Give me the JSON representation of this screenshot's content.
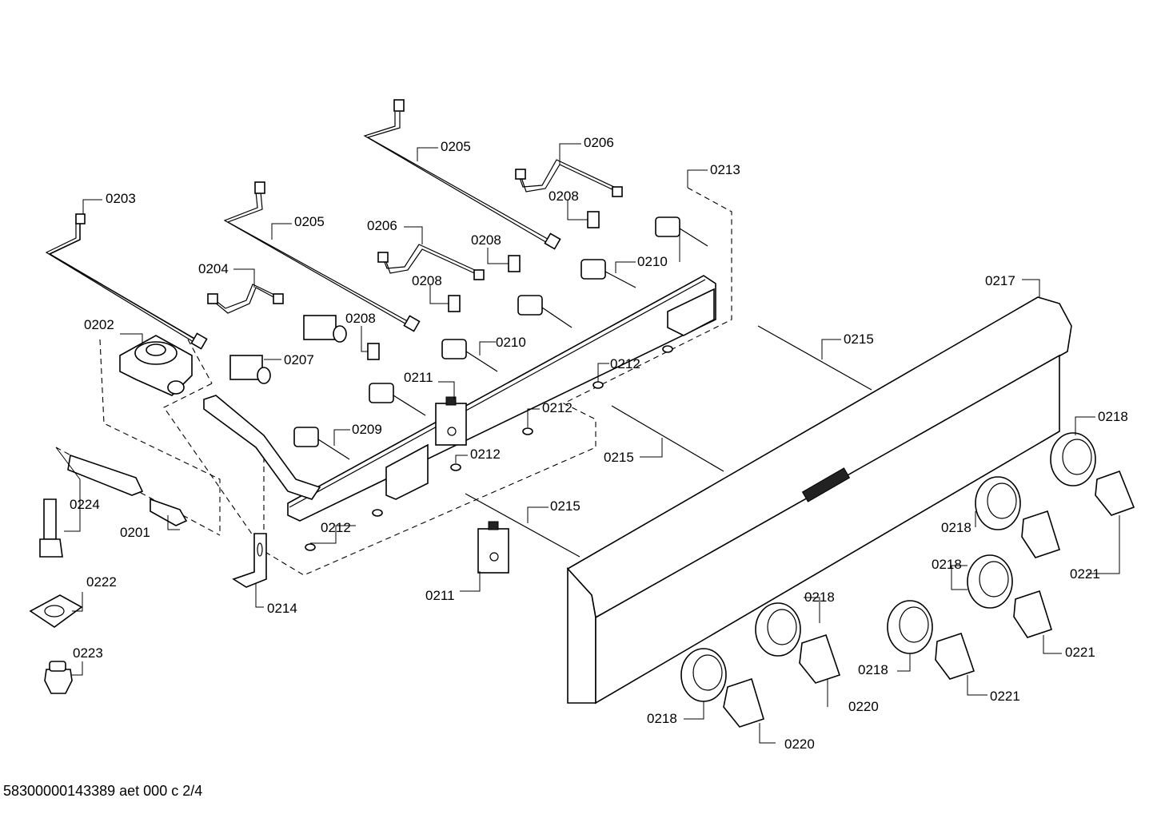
{
  "document_id": "58300000143389 aet 000 c 2/4",
  "callouts": [
    {
      "id": "c0201",
      "text": "0201"
    },
    {
      "id": "c0202",
      "text": "0202"
    },
    {
      "id": "c0203",
      "text": "0203"
    },
    {
      "id": "c0204",
      "text": "0204"
    },
    {
      "id": "c0205a",
      "text": "0205"
    },
    {
      "id": "c0205b",
      "text": "0205"
    },
    {
      "id": "c0206a",
      "text": "0206"
    },
    {
      "id": "c0206b",
      "text": "0206"
    },
    {
      "id": "c0207",
      "text": "0207"
    },
    {
      "id": "c0208a",
      "text": "0208"
    },
    {
      "id": "c0208b",
      "text": "0208"
    },
    {
      "id": "c0208c",
      "text": "0208"
    },
    {
      "id": "c0208d",
      "text": "0208"
    },
    {
      "id": "c0209",
      "text": "0209"
    },
    {
      "id": "c0210a",
      "text": "0210"
    },
    {
      "id": "c0210b",
      "text": "0210"
    },
    {
      "id": "c0211a",
      "text": "0211"
    },
    {
      "id": "c0211b",
      "text": "0211"
    },
    {
      "id": "c0212a",
      "text": "0212"
    },
    {
      "id": "c0212b",
      "text": "0212"
    },
    {
      "id": "c0212c",
      "text": "0212"
    },
    {
      "id": "c0212d",
      "text": "0212"
    },
    {
      "id": "c0213",
      "text": "0213"
    },
    {
      "id": "c0214",
      "text": "0214"
    },
    {
      "id": "c0215a",
      "text": "0215"
    },
    {
      "id": "c0215b",
      "text": "0215"
    },
    {
      "id": "c0215c",
      "text": "0215"
    },
    {
      "id": "c0217",
      "text": "0217"
    },
    {
      "id": "c0218a",
      "text": "0218"
    },
    {
      "id": "c0218b",
      "text": "0218"
    },
    {
      "id": "c0218c",
      "text": "0218"
    },
    {
      "id": "c0218d",
      "text": "0218"
    },
    {
      "id": "c0218e",
      "text": "0218"
    },
    {
      "id": "c0218f",
      "text": "0218"
    },
    {
      "id": "c0220a",
      "text": "0220"
    },
    {
      "id": "c0220b",
      "text": "0220"
    },
    {
      "id": "c0221a",
      "text": "0221"
    },
    {
      "id": "c0221b",
      "text": "0221"
    },
    {
      "id": "c0221c",
      "text": "0221"
    },
    {
      "id": "c0222",
      "text": "0222"
    },
    {
      "id": "c0223",
      "text": "0223"
    },
    {
      "id": "c0224",
      "text": "0224"
    }
  ]
}
